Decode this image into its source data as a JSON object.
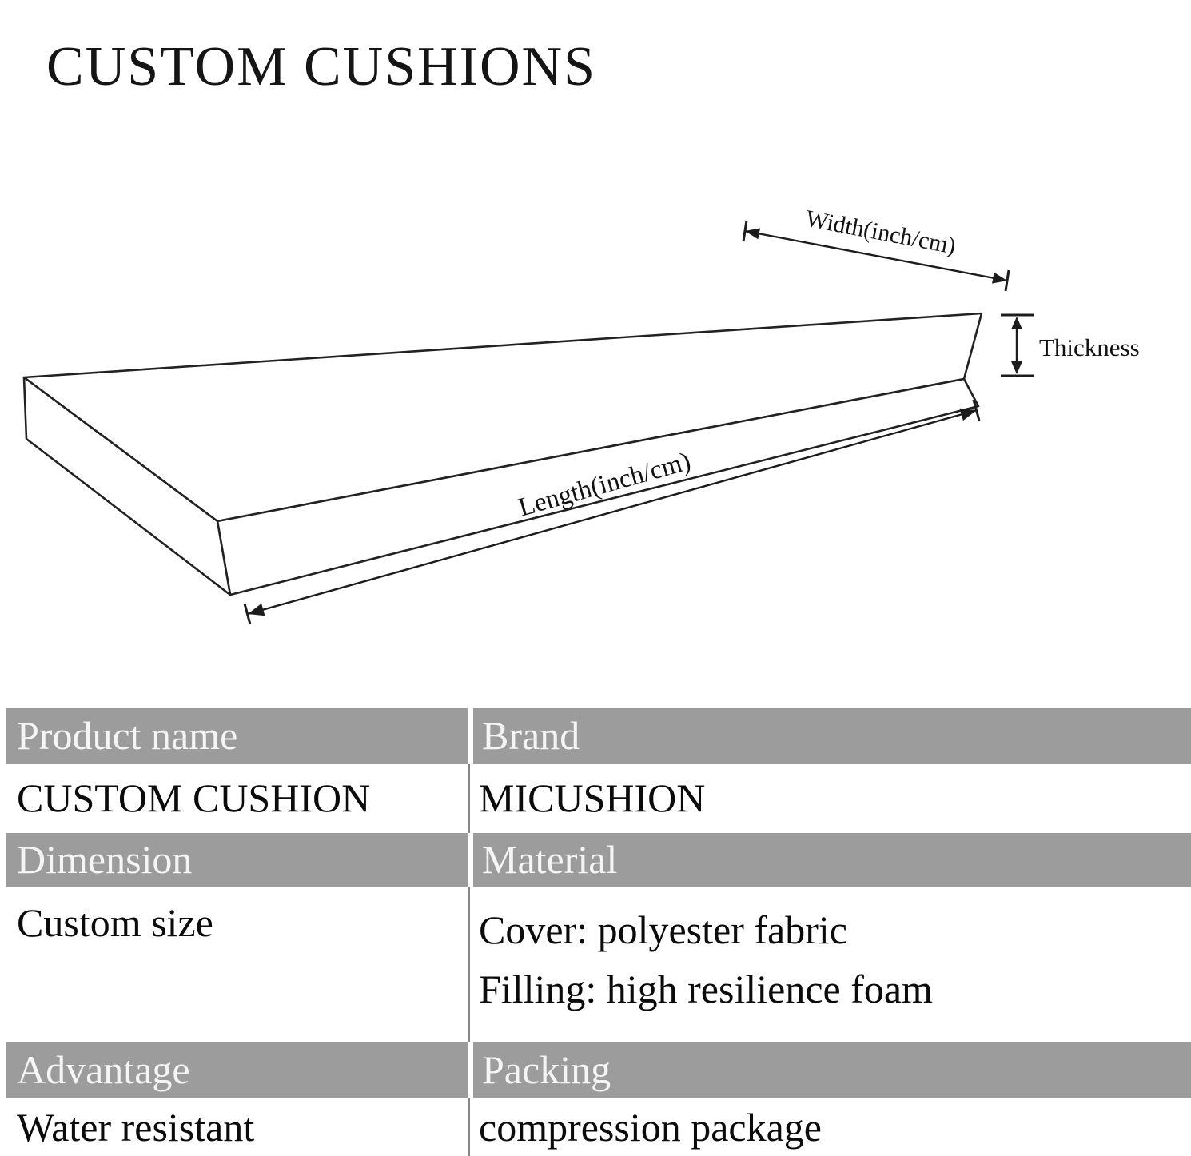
{
  "title": "CUSTOM CUSHIONS",
  "diagram": {
    "width_label": "Width(inch/cm)",
    "thickness_label": "Thickness",
    "length_label": "Length(inch/cm)"
  },
  "table": {
    "rows": [
      {
        "left": "Product name",
        "right": "Brand"
      },
      {
        "left": "CUSTOM CUSHION",
        "right": "MICUSHION"
      },
      {
        "left": "Dimension",
        "right": "Material"
      },
      {
        "left": "Custom size",
        "right_lines": [
          "Cover: polyester fabric",
          "Filling: high resilience foam"
        ]
      },
      {
        "left": "Advantage",
        "right": "Packing"
      },
      {
        "left": "Water resistant",
        "right": "compression package"
      }
    ]
  },
  "colors": {
    "header_bg": "#9c9c9c",
    "header_text": "#f5f5f5",
    "body_text": "#0b0b0b",
    "line": "#1c1c1c"
  }
}
